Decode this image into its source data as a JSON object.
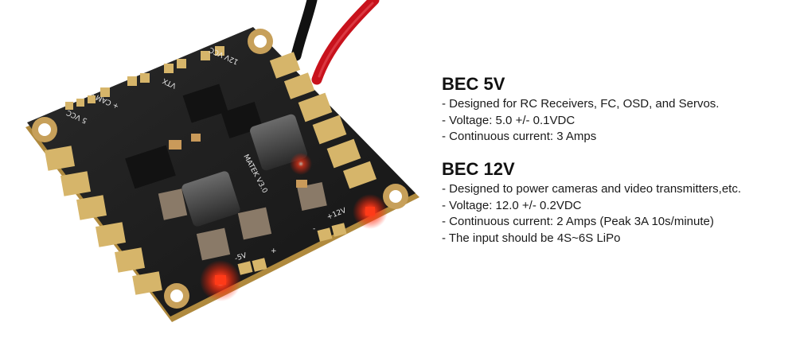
{
  "photo": {
    "board_labels": {
      "vtx": "VTX",
      "cam": "+ CAM -",
      "vcc": "12V VCC",
      "five_vcc": "5 VCC",
      "matek": "MATEK V3.0",
      "minus_5v": "-5V",
      "plus": "+",
      "minus": "-",
      "plus_12v": "+12V"
    },
    "led_color": "#ff2a10",
    "wire_colors": [
      "#111111",
      "#c8121c"
    ]
  },
  "bec5": {
    "title": "BEC 5V",
    "lines": [
      "- Designed for RC Receivers, FC, OSD, and Servos.",
      "- Voltage: 5.0 +/- 0.1VDC",
      "- Continuous current: 3 Amps"
    ]
  },
  "bec12": {
    "title": "BEC 12V",
    "lines": [
      "- Designed to power cameras and video transmitters,etc.",
      "- Voltage: 12.0 +/- 0.2VDC",
      "- Continuous current: 2 Amps (Peak 3A 10s/minute)",
      "- The input should be 4S~6S LiPo"
    ]
  }
}
